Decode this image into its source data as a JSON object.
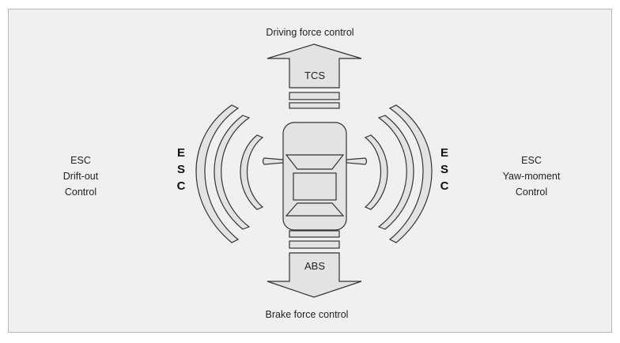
{
  "diagram": {
    "top_label": "Driving force control",
    "bottom_label": "Brake force control",
    "top_box": "TCS",
    "bottom_box": "ABS",
    "left_esc": [
      "E",
      "S",
      "C"
    ],
    "right_esc": [
      "E",
      "S",
      "C"
    ],
    "left_text": [
      "ESC",
      "Drift-out",
      "Control"
    ],
    "right_text": [
      "ESC",
      "Yaw-moment",
      "Control"
    ]
  },
  "colors": {
    "background": "#f0f0f0",
    "border": "#b9b9b9",
    "shape_fill": "#e3e3e3",
    "shape_stroke": "#333333"
  },
  "icons": [
    "car-top-view-icon",
    "up-arrow-icon",
    "down-arrow-icon",
    "wave-arc-icon"
  ]
}
